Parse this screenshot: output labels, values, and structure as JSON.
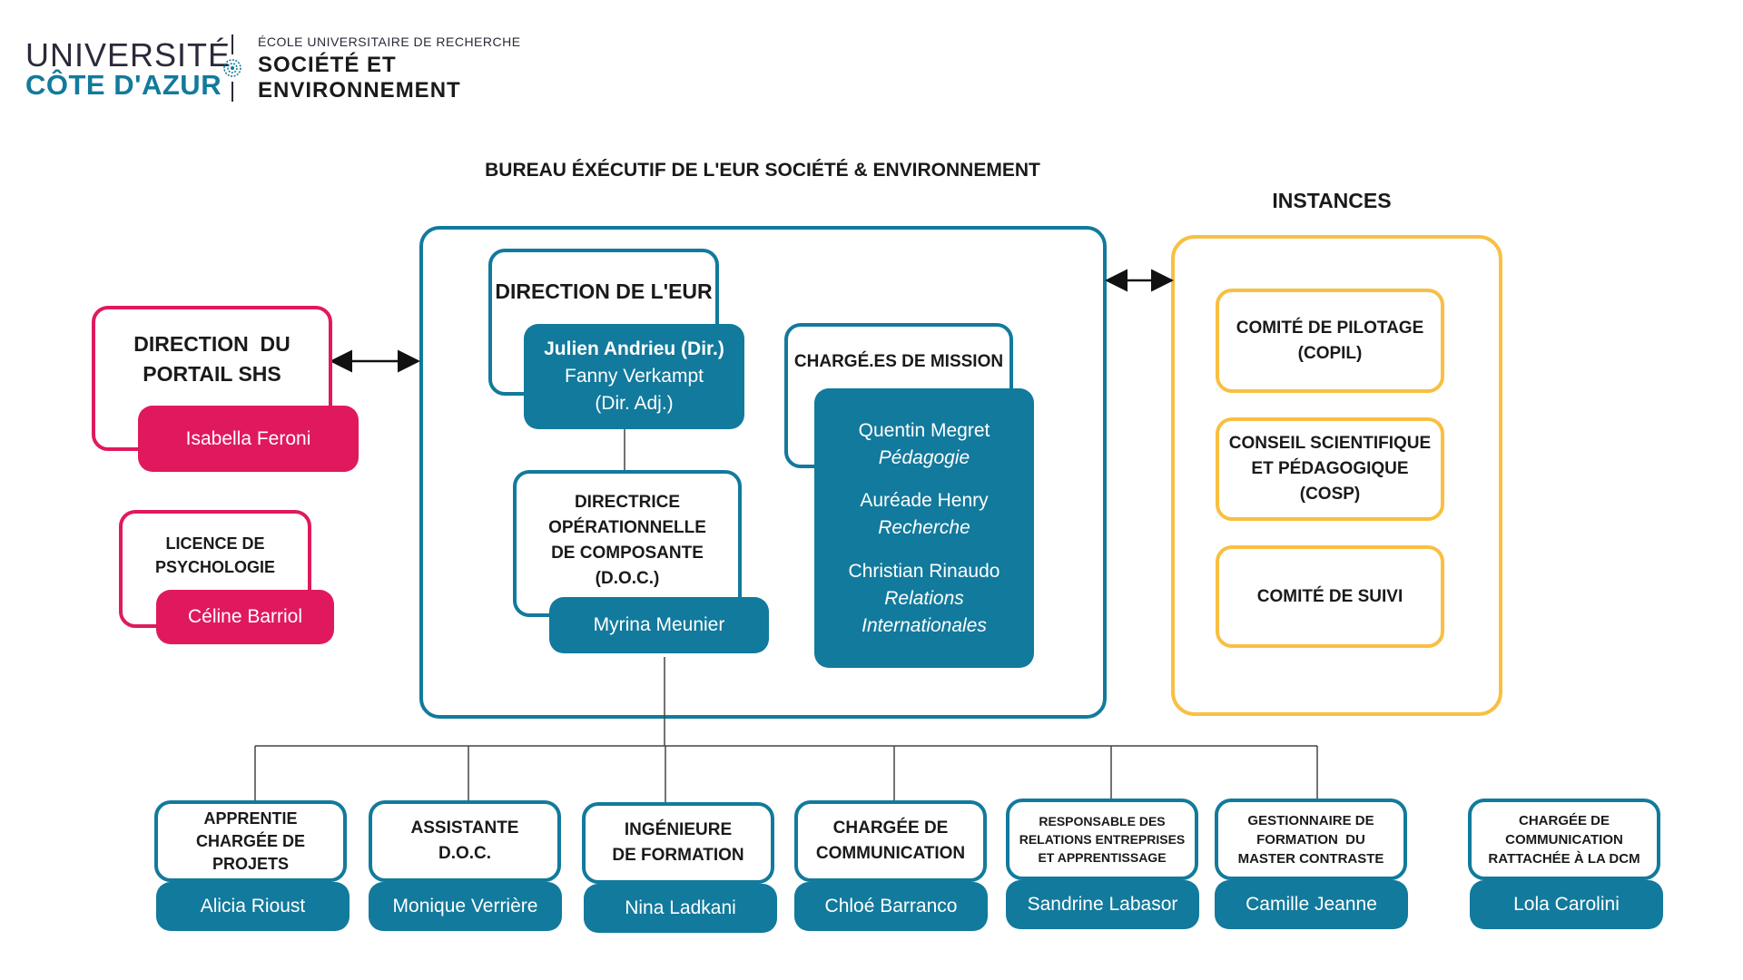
{
  "logo": {
    "line1": "UNIVERSITÉ",
    "line2": "CÔTE D'AZUR",
    "school_line": "ÉCOLE UNIVERSITAIRE DE RECHERCHE",
    "name_line1": "SOCIÉTÉ ET",
    "name_line2": "ENVIRONNEMENT",
    "colors": {
      "dark": "#2a2a3a",
      "blue": "#127a9c"
    }
  },
  "headings": {
    "bureau": "BUREAU ÉXÉCUTIF DE L'EUR SOCIÉTÉ & ENVIRONNEMENT",
    "instances": "INSTANCES"
  },
  "direction_eur": {
    "title": "DIRECTION DE L'EUR",
    "director": "Julien Andrieu (Dir.)",
    "deputy": "Fanny Verkampt",
    "deputy_role": "(Dir. Adj.)"
  },
  "charges_mission": {
    "title": "CHARGÉ.ES DE MISSION",
    "members": [
      {
        "name": "Quentin Megret",
        "role": "Pédagogie"
      },
      {
        "name": "Auréade Henry",
        "role": "Recherche"
      },
      {
        "name": "Christian Rinaudo",
        "role_line1": "Relations",
        "role_line2": "Internationales"
      }
    ]
  },
  "doc": {
    "line1": "DIRECTRICE",
    "line2": "OPÉRATIONNELLE",
    "line3": "DE COMPOSANTE",
    "line4": "(D.O.C.)",
    "person": "Myrina Meunier"
  },
  "portail": {
    "line1": "DIRECTION  DU",
    "line2": "PORTAIL SHS",
    "person": "Isabella Feroni"
  },
  "licence": {
    "line1": "LICENCE DE",
    "line2": "PSYCHOLOGIE",
    "person": "Céline Barriol"
  },
  "instances": [
    {
      "line1": "COMITÉ DE PILOTAGE",
      "line2": "(COPIL)"
    },
    {
      "line1": "CONSEIL SCIENTIFIQUE",
      "line2": "ET PÉDAGOGIQUE",
      "line3": "(COSP)"
    },
    {
      "line1": "COMITÉ DE SUIVI"
    }
  ],
  "staff": [
    {
      "title1": "APPRENTIE",
      "title2": "CHARGÉE DE PROJETS",
      "person": "Alicia Rioust"
    },
    {
      "title1": "ASSISTANTE",
      "title2": "D.O.C.",
      "person": "Monique Verrière"
    },
    {
      "title1": "INGÉNIEURE",
      "title2": "DE FORMATION",
      "person": "Nina Ladkani"
    },
    {
      "title1": "CHARGÉE DE",
      "title2": "COMMUNICATION",
      "person": "Chloé Barranco"
    },
    {
      "title1": "RESPONSABLE DES",
      "title2": "RELATIONS ENTREPRISES",
      "title3": "ET APPRENTISSAGE",
      "person": "Sandrine Labasor"
    },
    {
      "title1": "GESTIONNAIRE DE",
      "title2": "FORMATION  DU",
      "title3": "MASTER CONTRASTE",
      "person": "Camille Jeanne"
    },
    {
      "title1": "CHARGÉE DE",
      "title2": "COMMUNICATION",
      "title3": "RATTACHÉE À LA DCM",
      "person": "Lola Carolini"
    }
  ],
  "colors": {
    "blue": "#127a9c",
    "pink": "#e0195f",
    "yellow": "#f8bf42",
    "line": "#444444"
  }
}
